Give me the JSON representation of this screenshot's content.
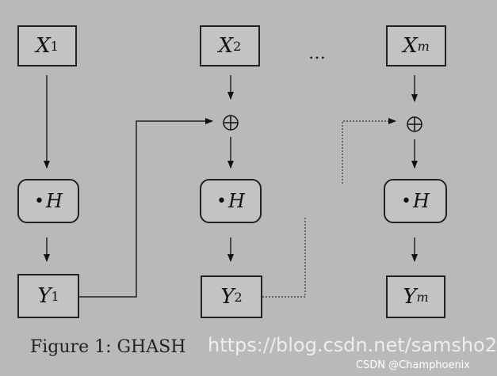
{
  "nodes": {
    "x1": {
      "base": "X",
      "sub": "1"
    },
    "x2": {
      "base": "X",
      "sub": "2"
    },
    "xm": {
      "base": "X",
      "sub": "m"
    },
    "h1": {
      "bullet": "•",
      "label": "H"
    },
    "h2": {
      "bullet": "•",
      "label": "H"
    },
    "hm": {
      "bullet": "•",
      "label": "H"
    },
    "y1": {
      "base": "Y",
      "sub": "1"
    },
    "y2": {
      "base": "Y",
      "sub": "2"
    },
    "ym": {
      "base": "Y",
      "sub": "m"
    }
  },
  "ellipsis": "…",
  "xor_symbol": "⊕",
  "caption": "Figure 1:  GHASH",
  "watermark_url": "https://blog.csdn.net/samsho2",
  "watermark_csdn": "CSDN @Champhoenix"
}
